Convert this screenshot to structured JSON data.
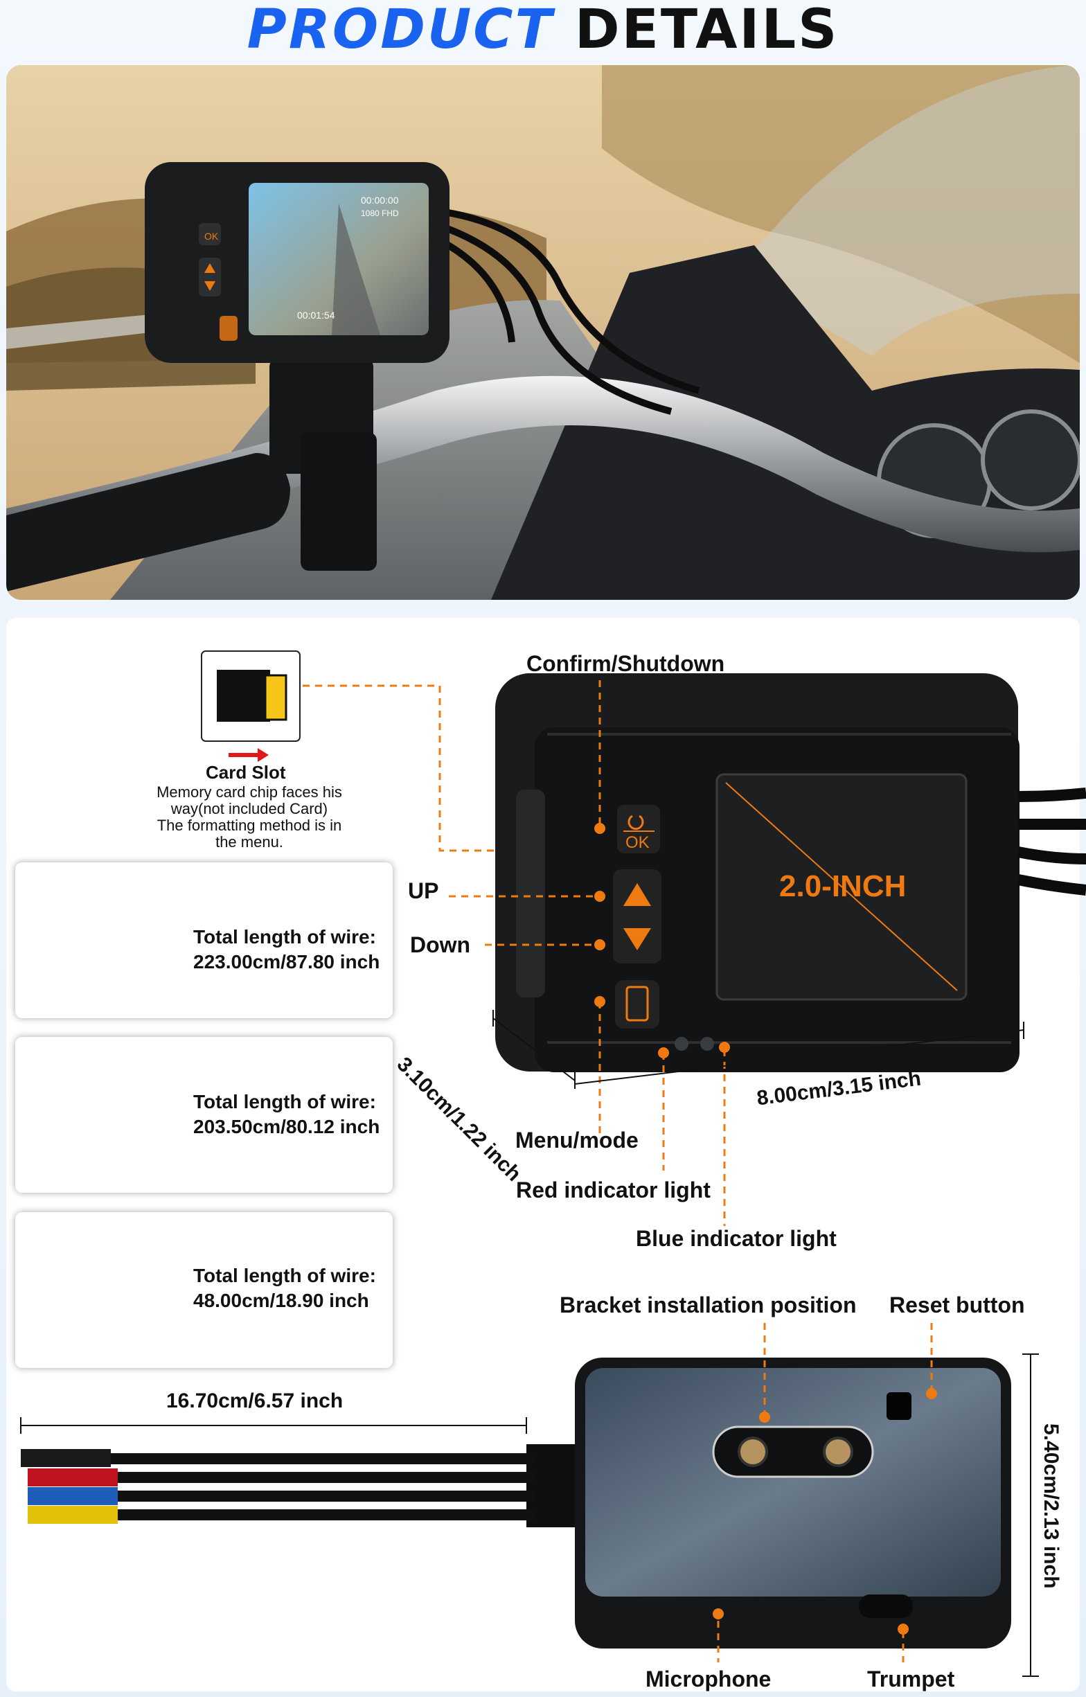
{
  "header": {
    "title_part1": "PRODUCT",
    "title_part2": "DETAILS"
  },
  "hero": {
    "screen_time": "00:00:00",
    "screen_resolution": "1080 FHD",
    "screen_elapsed": "00:01:54",
    "button_ok": "OK"
  },
  "card_slot": {
    "title": "Card Slot",
    "desc_line1": "Memory card chip faces his",
    "desc_line2": "way(not included Card)",
    "desc_line3": "The formatting method is in",
    "desc_line4": "the menu."
  },
  "labels": {
    "confirm": "Confirm/Shutdown",
    "up": "UP",
    "down": "Down",
    "menu": "Menu/mode",
    "red_light": "Red indicator light",
    "blue_light": "Blue indicator light",
    "screen_size": "2.0-INCH",
    "button_ok": "OK",
    "bracket": "Bracket installation position",
    "reset": "Reset button",
    "microphone": "Microphone",
    "trumpet": "Trumpet"
  },
  "dimensions": {
    "depth": "3.10cm/1.22 inch",
    "width": "8.00cm/3.15 inch",
    "height": "5.40cm/2.13 inch",
    "cable": "16.70cm/6.57 inch"
  },
  "wires": [
    {
      "label": "Total length of wire:",
      "value": "223.00cm/87.80 inch"
    },
    {
      "label": "Total length of wire:",
      "value": "203.50cm/80.12 inch"
    },
    {
      "label": "Total length of wire:",
      "value": "48.00cm/18.90 inch"
    }
  ],
  "colors": {
    "title_blue": "#1a62f0",
    "accent_orange": "#f07a12",
    "card_yellow": "#f5c518"
  }
}
